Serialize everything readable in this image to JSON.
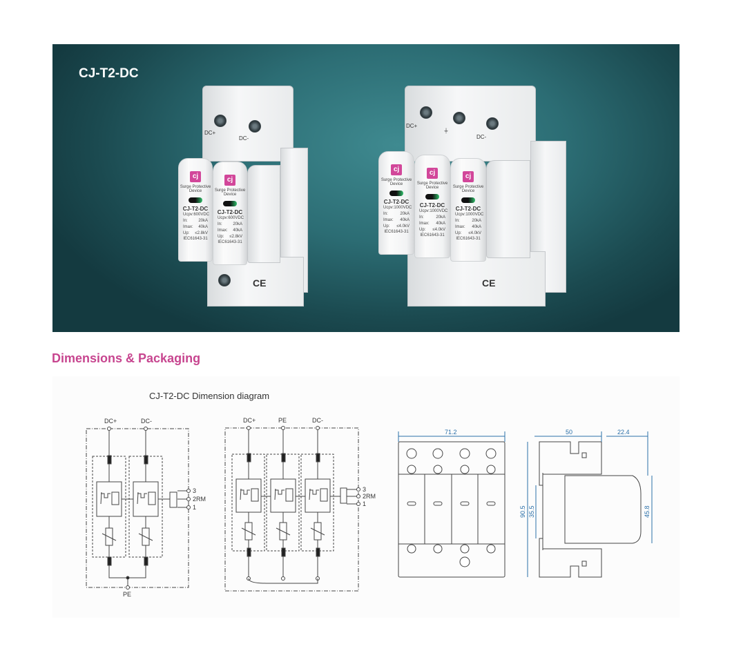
{
  "banner": {
    "title": "CJ-T2-DC"
  },
  "products": [
    {
      "terminals": [
        "DC+",
        "DC-"
      ],
      "modules": [
        {
          "line1": "Surge Protective",
          "line2": "Device",
          "model": "CJ-T2-DC",
          "specs": [
            [
              "Ucpv:",
              "600VDC"
            ],
            [
              "In:",
              "20kA"
            ],
            [
              "Imax:",
              "40kA"
            ],
            [
              "Up:",
              "≤2.8kV"
            ]
          ],
          "standard": "IEC61643-31"
        },
        {
          "line1": "Surge Protective",
          "line2": "Device",
          "model": "CJ-T2-DC",
          "specs": [
            [
              "Ucpv:",
              "600VDC"
            ],
            [
              "In:",
              "20kA"
            ],
            [
              "Imax:",
              "40kA"
            ],
            [
              "Up:",
              "≤2.8kV"
            ]
          ],
          "standard": "IEC61643-31"
        }
      ],
      "mark": "CE"
    },
    {
      "terminals": [
        "DC+",
        "DC-"
      ],
      "modules": [
        {
          "line1": "Surge Protective",
          "line2": "Device",
          "model": "CJ-T2-DC",
          "specs": [
            [
              "Ucpv:",
              "1000VDC"
            ],
            [
              "In:",
              "20kA"
            ],
            [
              "Imax:",
              "40kA"
            ],
            [
              "Up:",
              "≤4.0kV"
            ]
          ],
          "standard": "IEC61643-31"
        },
        {
          "line1": "Surge Protective",
          "line2": "Device",
          "model": "CJ-T2-DC",
          "specs": [
            [
              "Ucpv:",
              "1000VDC"
            ],
            [
              "In:",
              "20kA"
            ],
            [
              "Imax:",
              "40kA"
            ],
            [
              "Up:",
              "≤4.0kV"
            ]
          ],
          "standard": "IEC61643-31"
        },
        {
          "line1": "Surge Protective",
          "line2": "Device",
          "model": "CJ-T2-DC",
          "specs": [
            [
              "Ucpv:",
              "1000VDC"
            ],
            [
              "In:",
              "20kA"
            ],
            [
              "Imax:",
              "40kA"
            ],
            [
              "Up:",
              "≤4.0kV"
            ]
          ],
          "standard": "IEC61643-31"
        }
      ],
      "mark": "CE"
    }
  ],
  "section": {
    "heading": "Dimensions & Packaging"
  },
  "diagram": {
    "title": "CJ-T2-DC Dimension diagram",
    "left": {
      "top_labels": [
        "DC+",
        "DC-"
      ],
      "bottom_label": "PE",
      "remote": [
        "3",
        "2RM",
        "1"
      ]
    },
    "middle": {
      "top_labels": [
        "DC+",
        "PE",
        "DC-"
      ],
      "remote": [
        "3",
        "2RM",
        "1"
      ]
    },
    "front": {
      "width": "71.2"
    },
    "side": {
      "depth": "50",
      "front_depth": "22.4",
      "height": "90.5",
      "rail": "35.5",
      "front_height": "45.8"
    },
    "dim_color": "#2a6fa8"
  }
}
